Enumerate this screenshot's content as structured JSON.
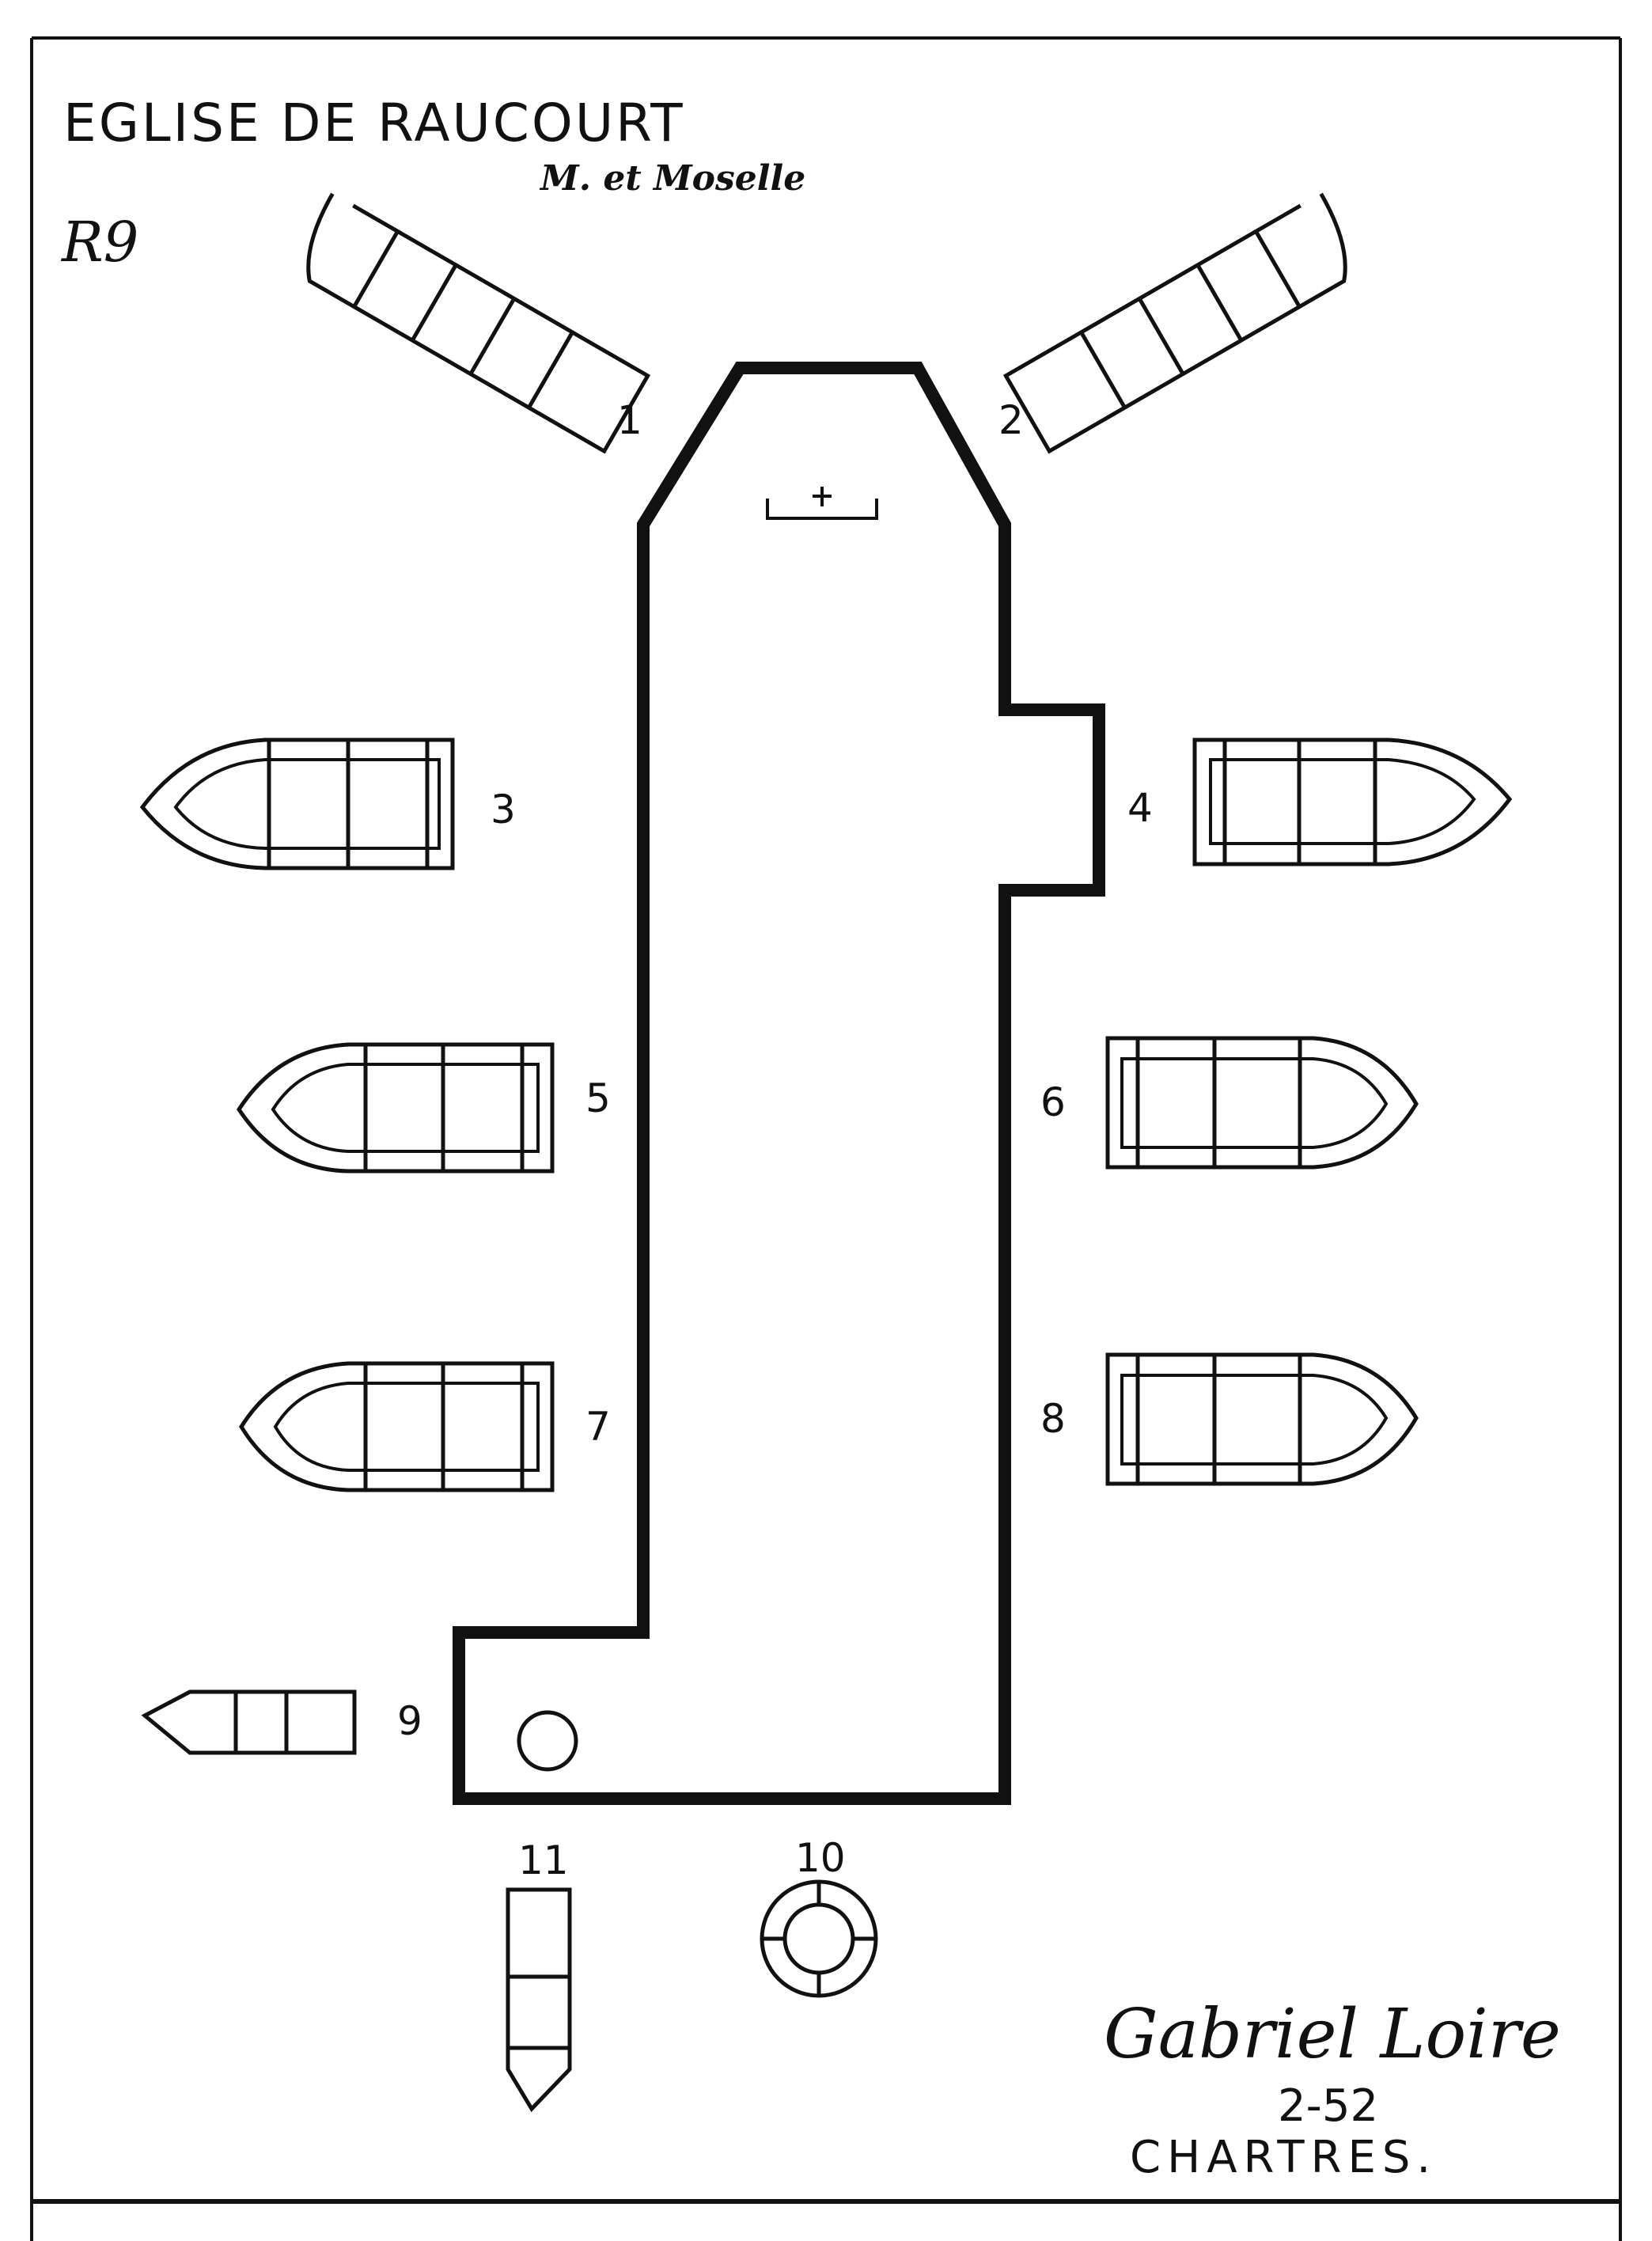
{
  "title": "EGLISE DE RAUCOURT",
  "subtitle": "M. et Moselle",
  "reference": "R9",
  "window_labels": [
    "1",
    "2",
    "3",
    "4",
    "5",
    "6",
    "7",
    "8",
    "9",
    "10",
    "11"
  ],
  "signature": {
    "name": "Gabriel Loire",
    "date": "2-52",
    "place": "CHARTRES."
  }
}
